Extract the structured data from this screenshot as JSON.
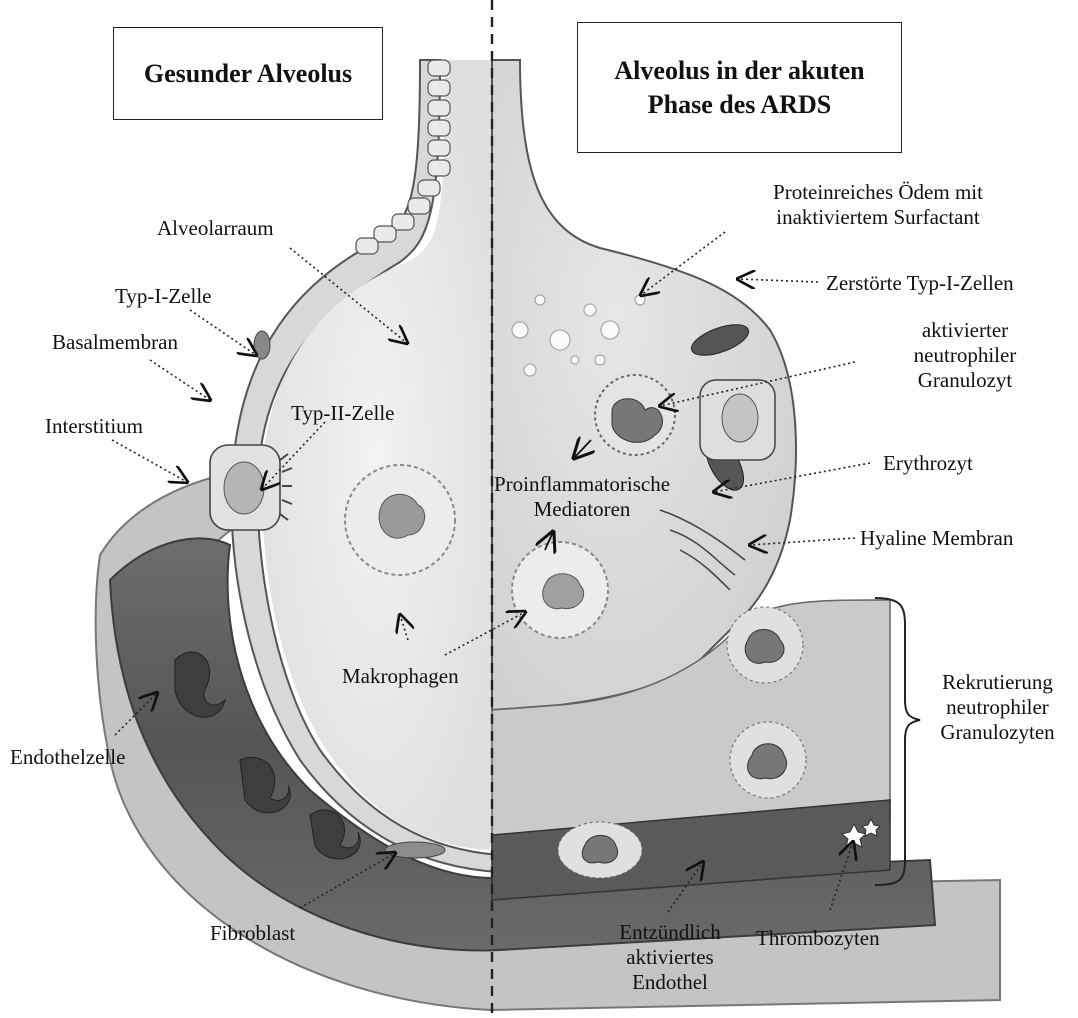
{
  "titles": {
    "left": "Gesunder Alveolus",
    "right_line1": "Alveolus in der akuten",
    "right_line2": "Phase des ARDS"
  },
  "labels": {
    "alveolarraum": "Alveolarraum",
    "typ1": "Typ-I-Zelle",
    "basalmembran": "Basalmembran",
    "interstitium": "Interstitium",
    "typ2": "Typ-II-Zelle",
    "makrophagen": "Makrophagen",
    "endothelzelle": "Endothelzelle",
    "fibroblast": "Fibroblast",
    "oedem_line1": "Proteinreiches Ödem mit",
    "oedem_line2": "inaktiviertem Surfactant",
    "zerstoert": "Zerstörte Typ-I-Zellen",
    "neutro_line1": "aktivierter",
    "neutro_line2": "neutrophiler",
    "neutro_line3": "Granulozyt",
    "erythrozyt": "Erythrozyt",
    "proinf_line1": "Proinflammatorische",
    "proinf_line2": "Mediatoren",
    "hyaline": "Hyaline Membran",
    "rekrut_line1": "Rekrutierung",
    "rekrut_line2": "neutrophiler",
    "rekrut_line3": "Granulozyten",
    "entz_line1": "Entzündlich",
    "entz_line2": "aktiviertes",
    "entz_line3": "Endothel",
    "thrombozyten": "Thrombozyten"
  }
}
